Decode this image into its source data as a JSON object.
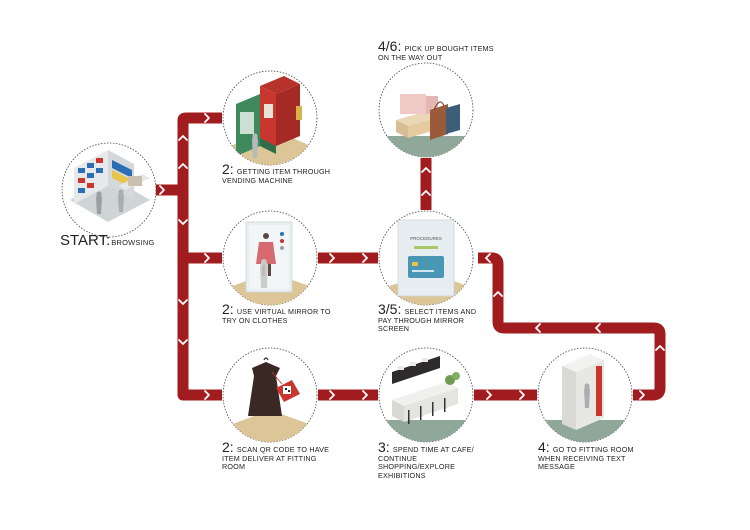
{
  "steps": {
    "start": {
      "number": "START:",
      "text": "BROWSING"
    },
    "vending": {
      "number": "2:",
      "text": "GETTING ITEM THROUGH VENDING MACHINE"
    },
    "mirror": {
      "number": "2:",
      "text": "USE VIRTUAL MIRROR TO TRY ON CLOTHES"
    },
    "qr": {
      "number": "2:",
      "text": "SCAN QR CODE TO HAVE ITEM DELIVER AT FITTING ROOM"
    },
    "pickup": {
      "number": "4/6:",
      "text": "PICK UP BOUGHT ITEMS ON THE WAY OUT"
    },
    "pay": {
      "number": "3/5:",
      "text": "SELECT ITEMS AND PAY THROUGH MIRROR SCREEN"
    },
    "cafe": {
      "number": "3:",
      "text": "SPEND TIME AT CAFE/ CONTINUE SHOPPING/EXPLORE EXHIBITIONS"
    },
    "fitting": {
      "number": "4:",
      "text": "GO TO FITTING ROOM WHEN RECEIVING TEXT MESSAGE"
    }
  },
  "screen_text": "PROCEDURES",
  "colors": {
    "path": "#a01c1f",
    "chevron": "#ffffff",
    "sand": "#dcc596",
    "sage": "#8fa89a"
  }
}
